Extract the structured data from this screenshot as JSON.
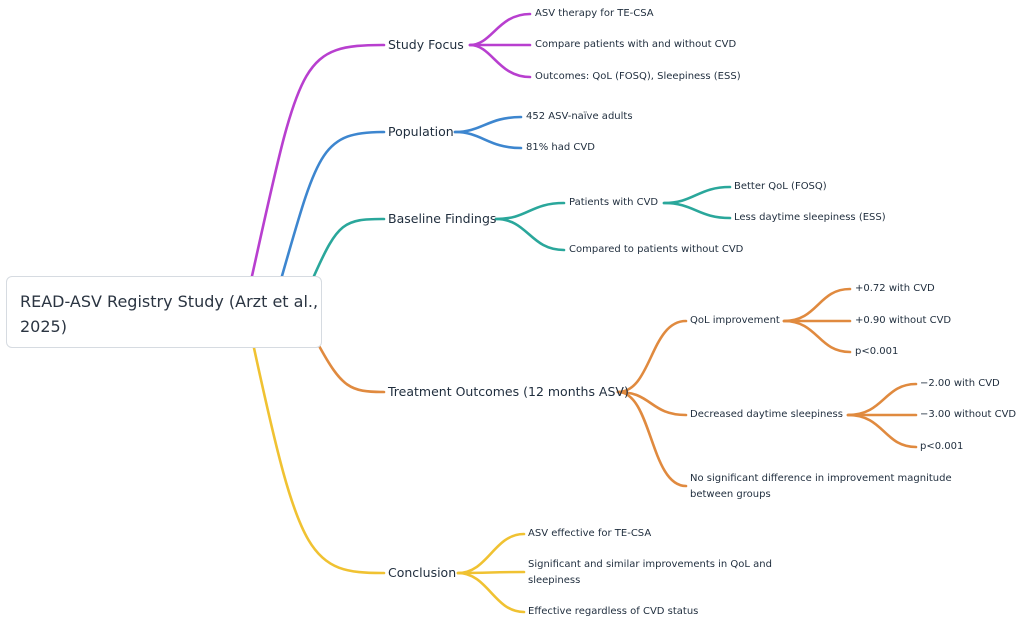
{
  "root": {
    "label": "READ-ASV Registry Study (Arzt et al., 2025)"
  },
  "colors": {
    "study_focus": "#b83fcf",
    "population": "#3d86cf",
    "baseline": "#2aa79b",
    "treatment": "#e08a3f",
    "conclusion": "#f0c232"
  },
  "branches": {
    "study_focus": {
      "label": "Study Focus",
      "items": [
        "ASV therapy for TE-CSA",
        "Compare patients with and without CVD",
        "Outcomes: QoL (FOSQ), Sleepiness (ESS)"
      ]
    },
    "population": {
      "label": "Population",
      "items": [
        "452 ASV-naïve adults",
        "81% had CVD"
      ]
    },
    "baseline": {
      "label": "Baseline Findings",
      "with_cvd": {
        "label": "Patients with CVD",
        "items": [
          "Better QoL (FOSQ)",
          "Less daytime sleepiness (ESS)"
        ]
      },
      "compared": "Compared to patients without CVD"
    },
    "treatment": {
      "label": "Treatment Outcomes (12 months ASV)",
      "qol": {
        "label": "QoL improvement",
        "items": [
          "+0.72 with CVD",
          "+0.90 without CVD",
          "p<0.001"
        ]
      },
      "sleepiness": {
        "label": "Decreased daytime sleepiness",
        "items": [
          "−2.00 with CVD",
          "−3.00 without CVD",
          "p<0.001"
        ]
      },
      "nodiff": "No significant difference in improvement magnitude between groups"
    },
    "conclusion": {
      "label": "Conclusion",
      "items": [
        "ASV effective for TE-CSA",
        "Significant and similar improvements in QoL and sleepiness",
        "Effective regardless of CVD status"
      ]
    }
  }
}
